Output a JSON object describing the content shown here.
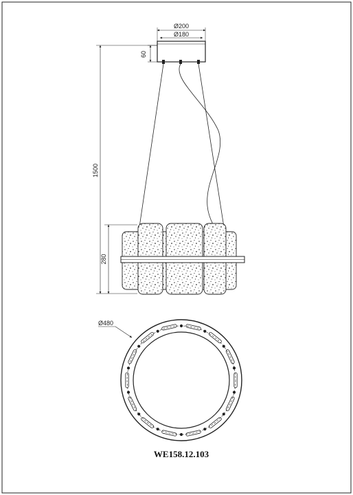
{
  "drawing": {
    "model_code": "WE158.12.103",
    "dimensions": {
      "canopy_outer_diameter": "Ø200",
      "canopy_inner_diameter": "Ø180",
      "canopy_height": "60",
      "total_height": "1500",
      "body_height": "280",
      "ring_diameter": "Ø480"
    },
    "line_color": "#222222",
    "paper_color": "#ffffff"
  }
}
